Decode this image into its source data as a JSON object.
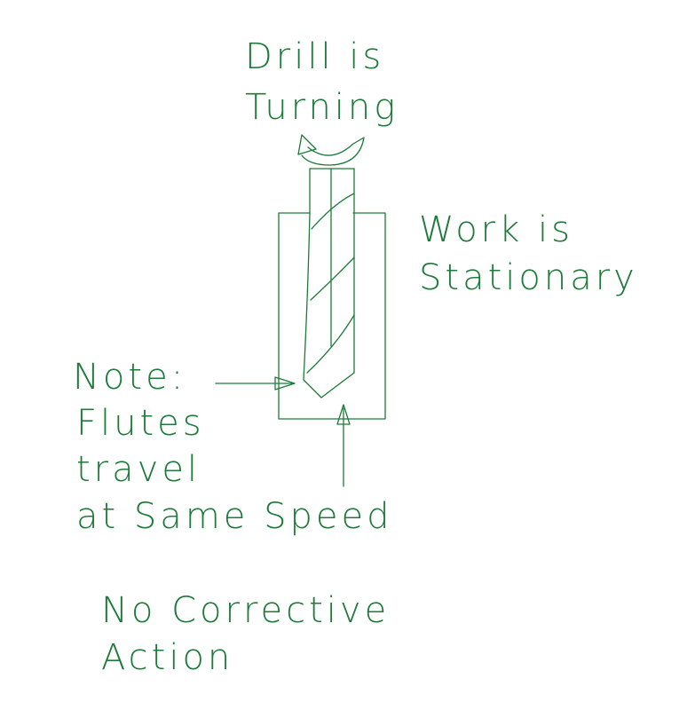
{
  "colors": {
    "ink": "#1e7a3a",
    "paper": "#ffffff"
  },
  "labels": {
    "drill_line1": "Drill is",
    "drill_line2": "Turning",
    "work_line1": "Work is",
    "work_line2": "Stationary",
    "note_line1": "Note:",
    "note_line2": "Flutes",
    "note_line3": "travel",
    "note_line4": "at Same Speed",
    "action_line1": "No Corrective",
    "action_line2": "Action"
  }
}
